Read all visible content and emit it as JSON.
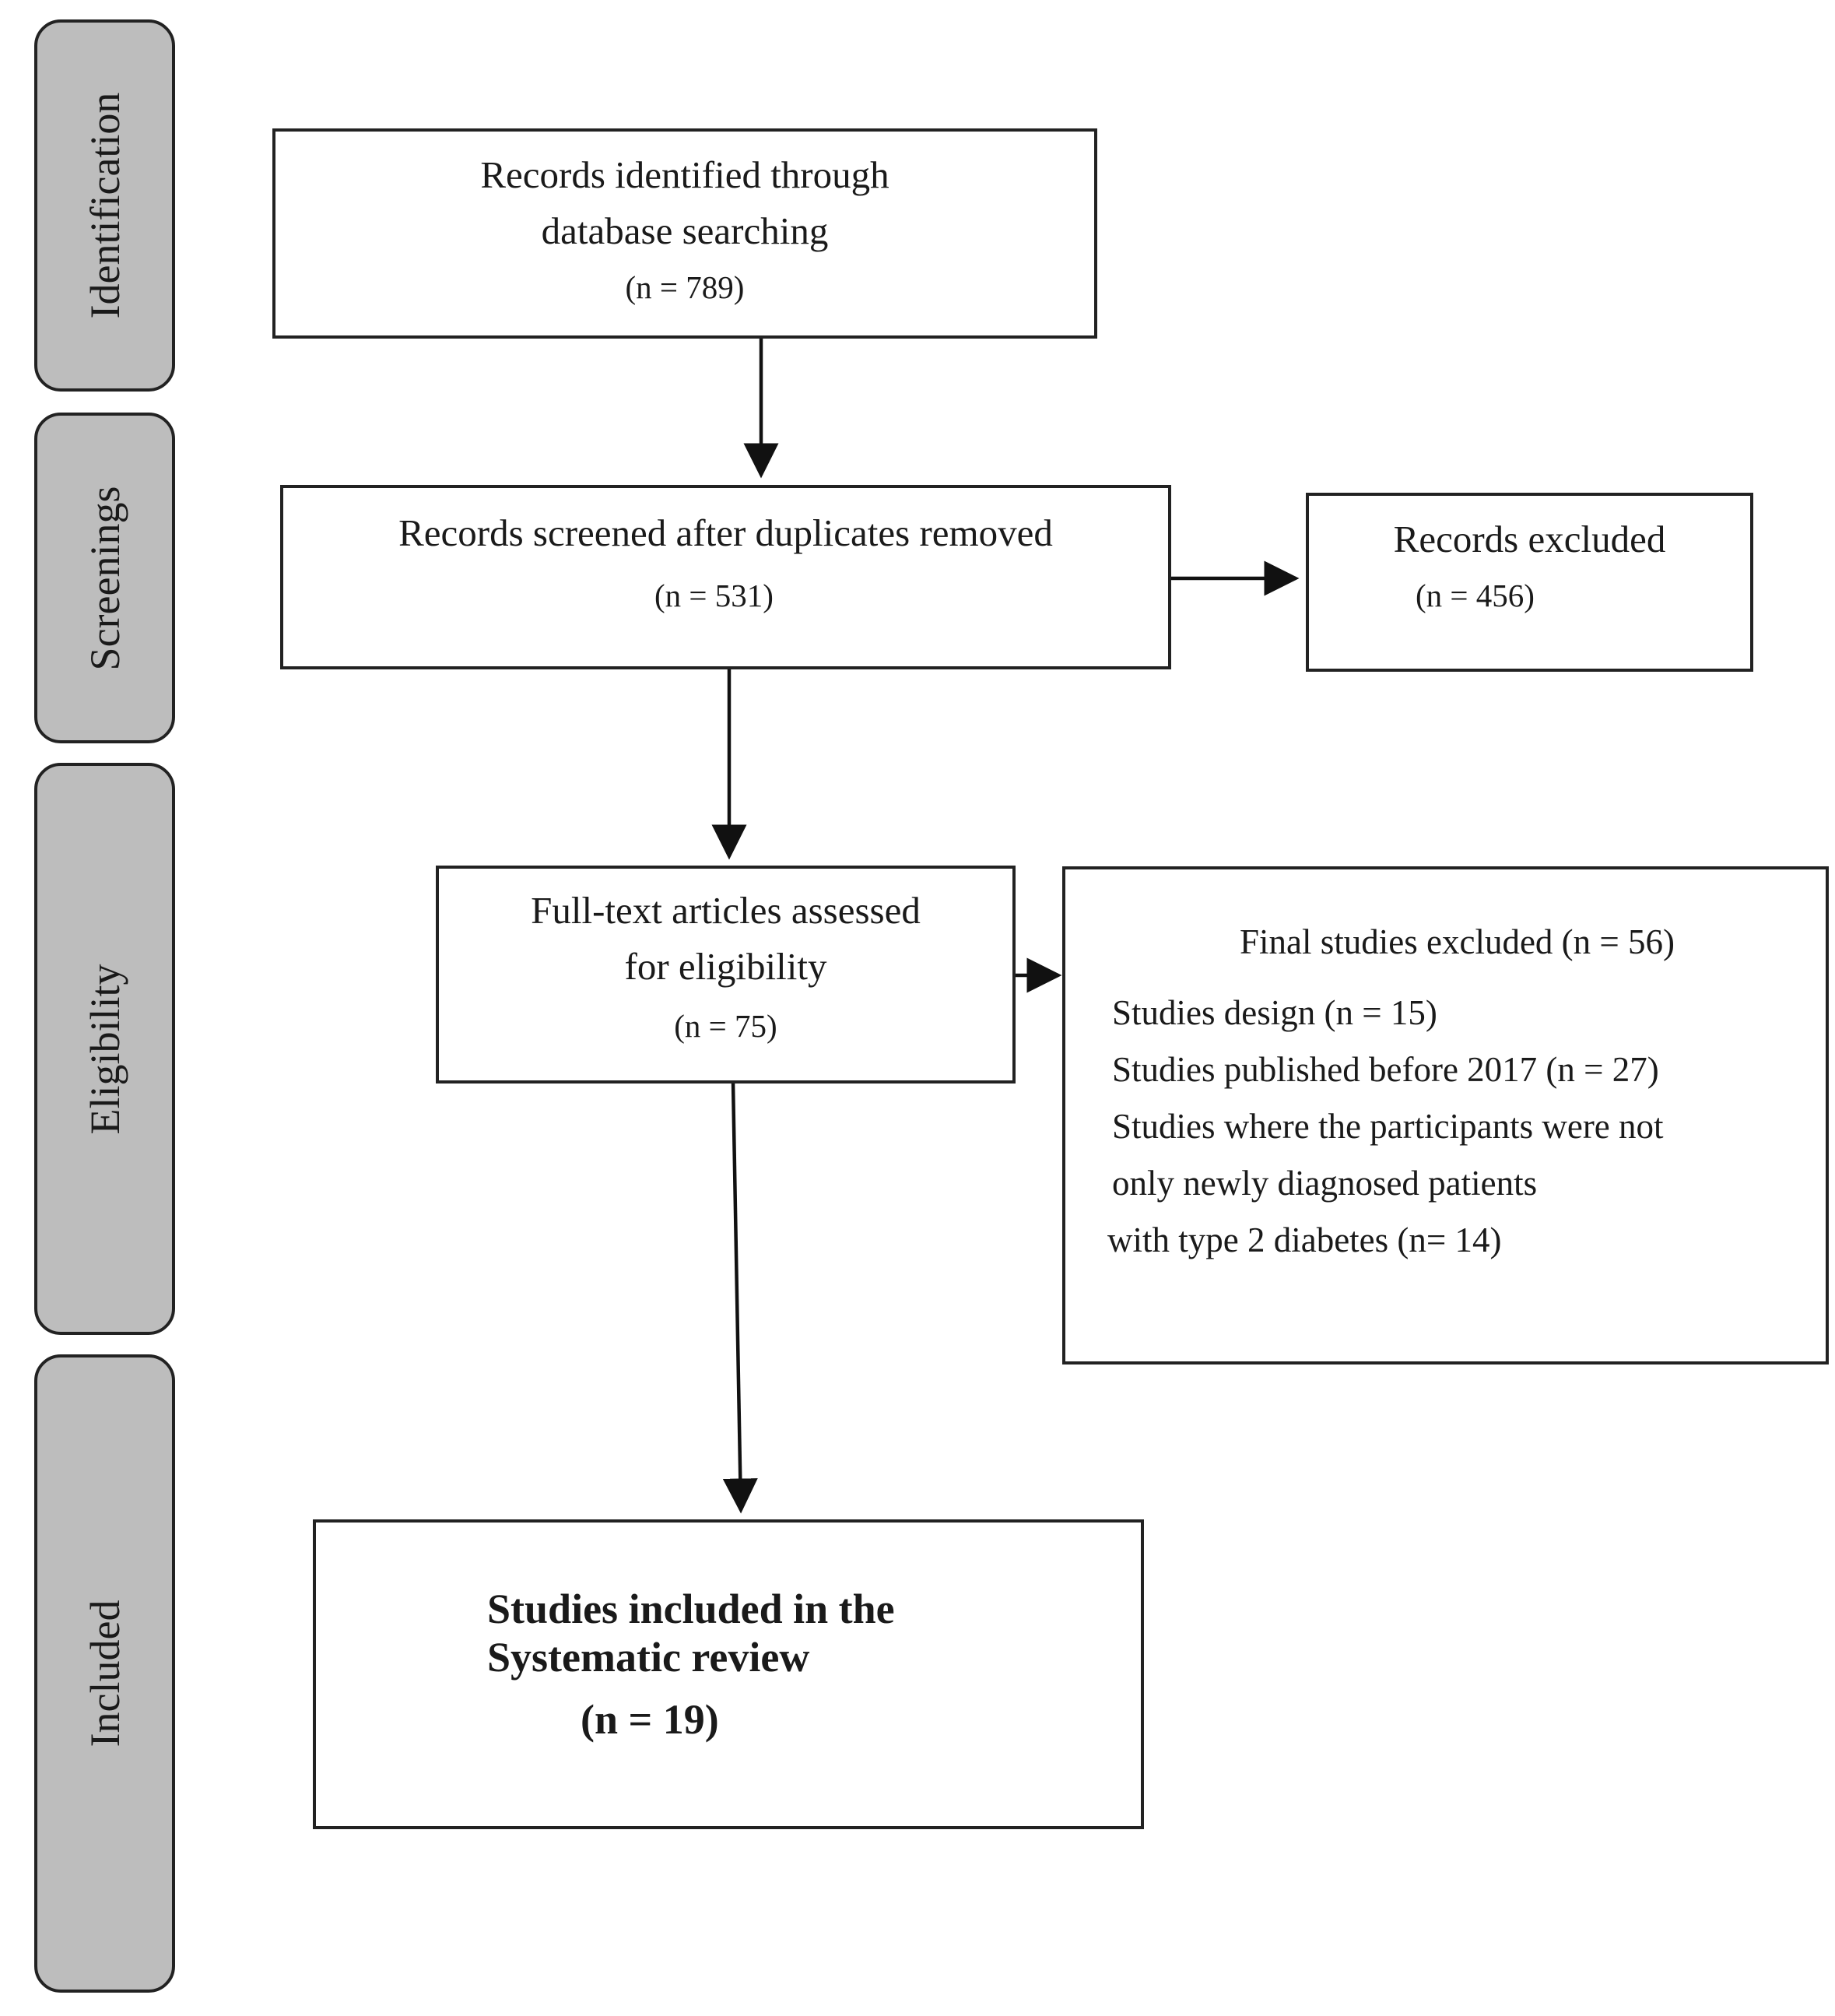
{
  "phases": {
    "identification": "Identification",
    "screenings": "Screenings",
    "eligibility": "Eligibility",
    "included": "Included"
  },
  "identified": {
    "line1": "Records identified through",
    "line2": "database  searching",
    "count": "(n = 789)"
  },
  "screened": {
    "line1": "Records screened after duplicates removed",
    "count": "(n = 531)"
  },
  "excluded": {
    "line1": "Records excluded",
    "count": "(n = 456)"
  },
  "fulltext": {
    "line1": "Full-text articles assessed",
    "line2": "for eligibility",
    "count": "(n = 75)"
  },
  "final_excluded": {
    "title": "Final studies excluded  (n = 56)",
    "items": [
      "Studies design  (n = 15)",
      "Studies published before 2017  (n = 27)",
      "Studies where the participants were not",
      "only newly diagnosed patients",
      "with type 2  diabetes (n= 14)"
    ]
  },
  "included_box": {
    "line1": "Studies included in the",
    "line2": "Systematic review",
    "count": "(n = 19)"
  }
}
